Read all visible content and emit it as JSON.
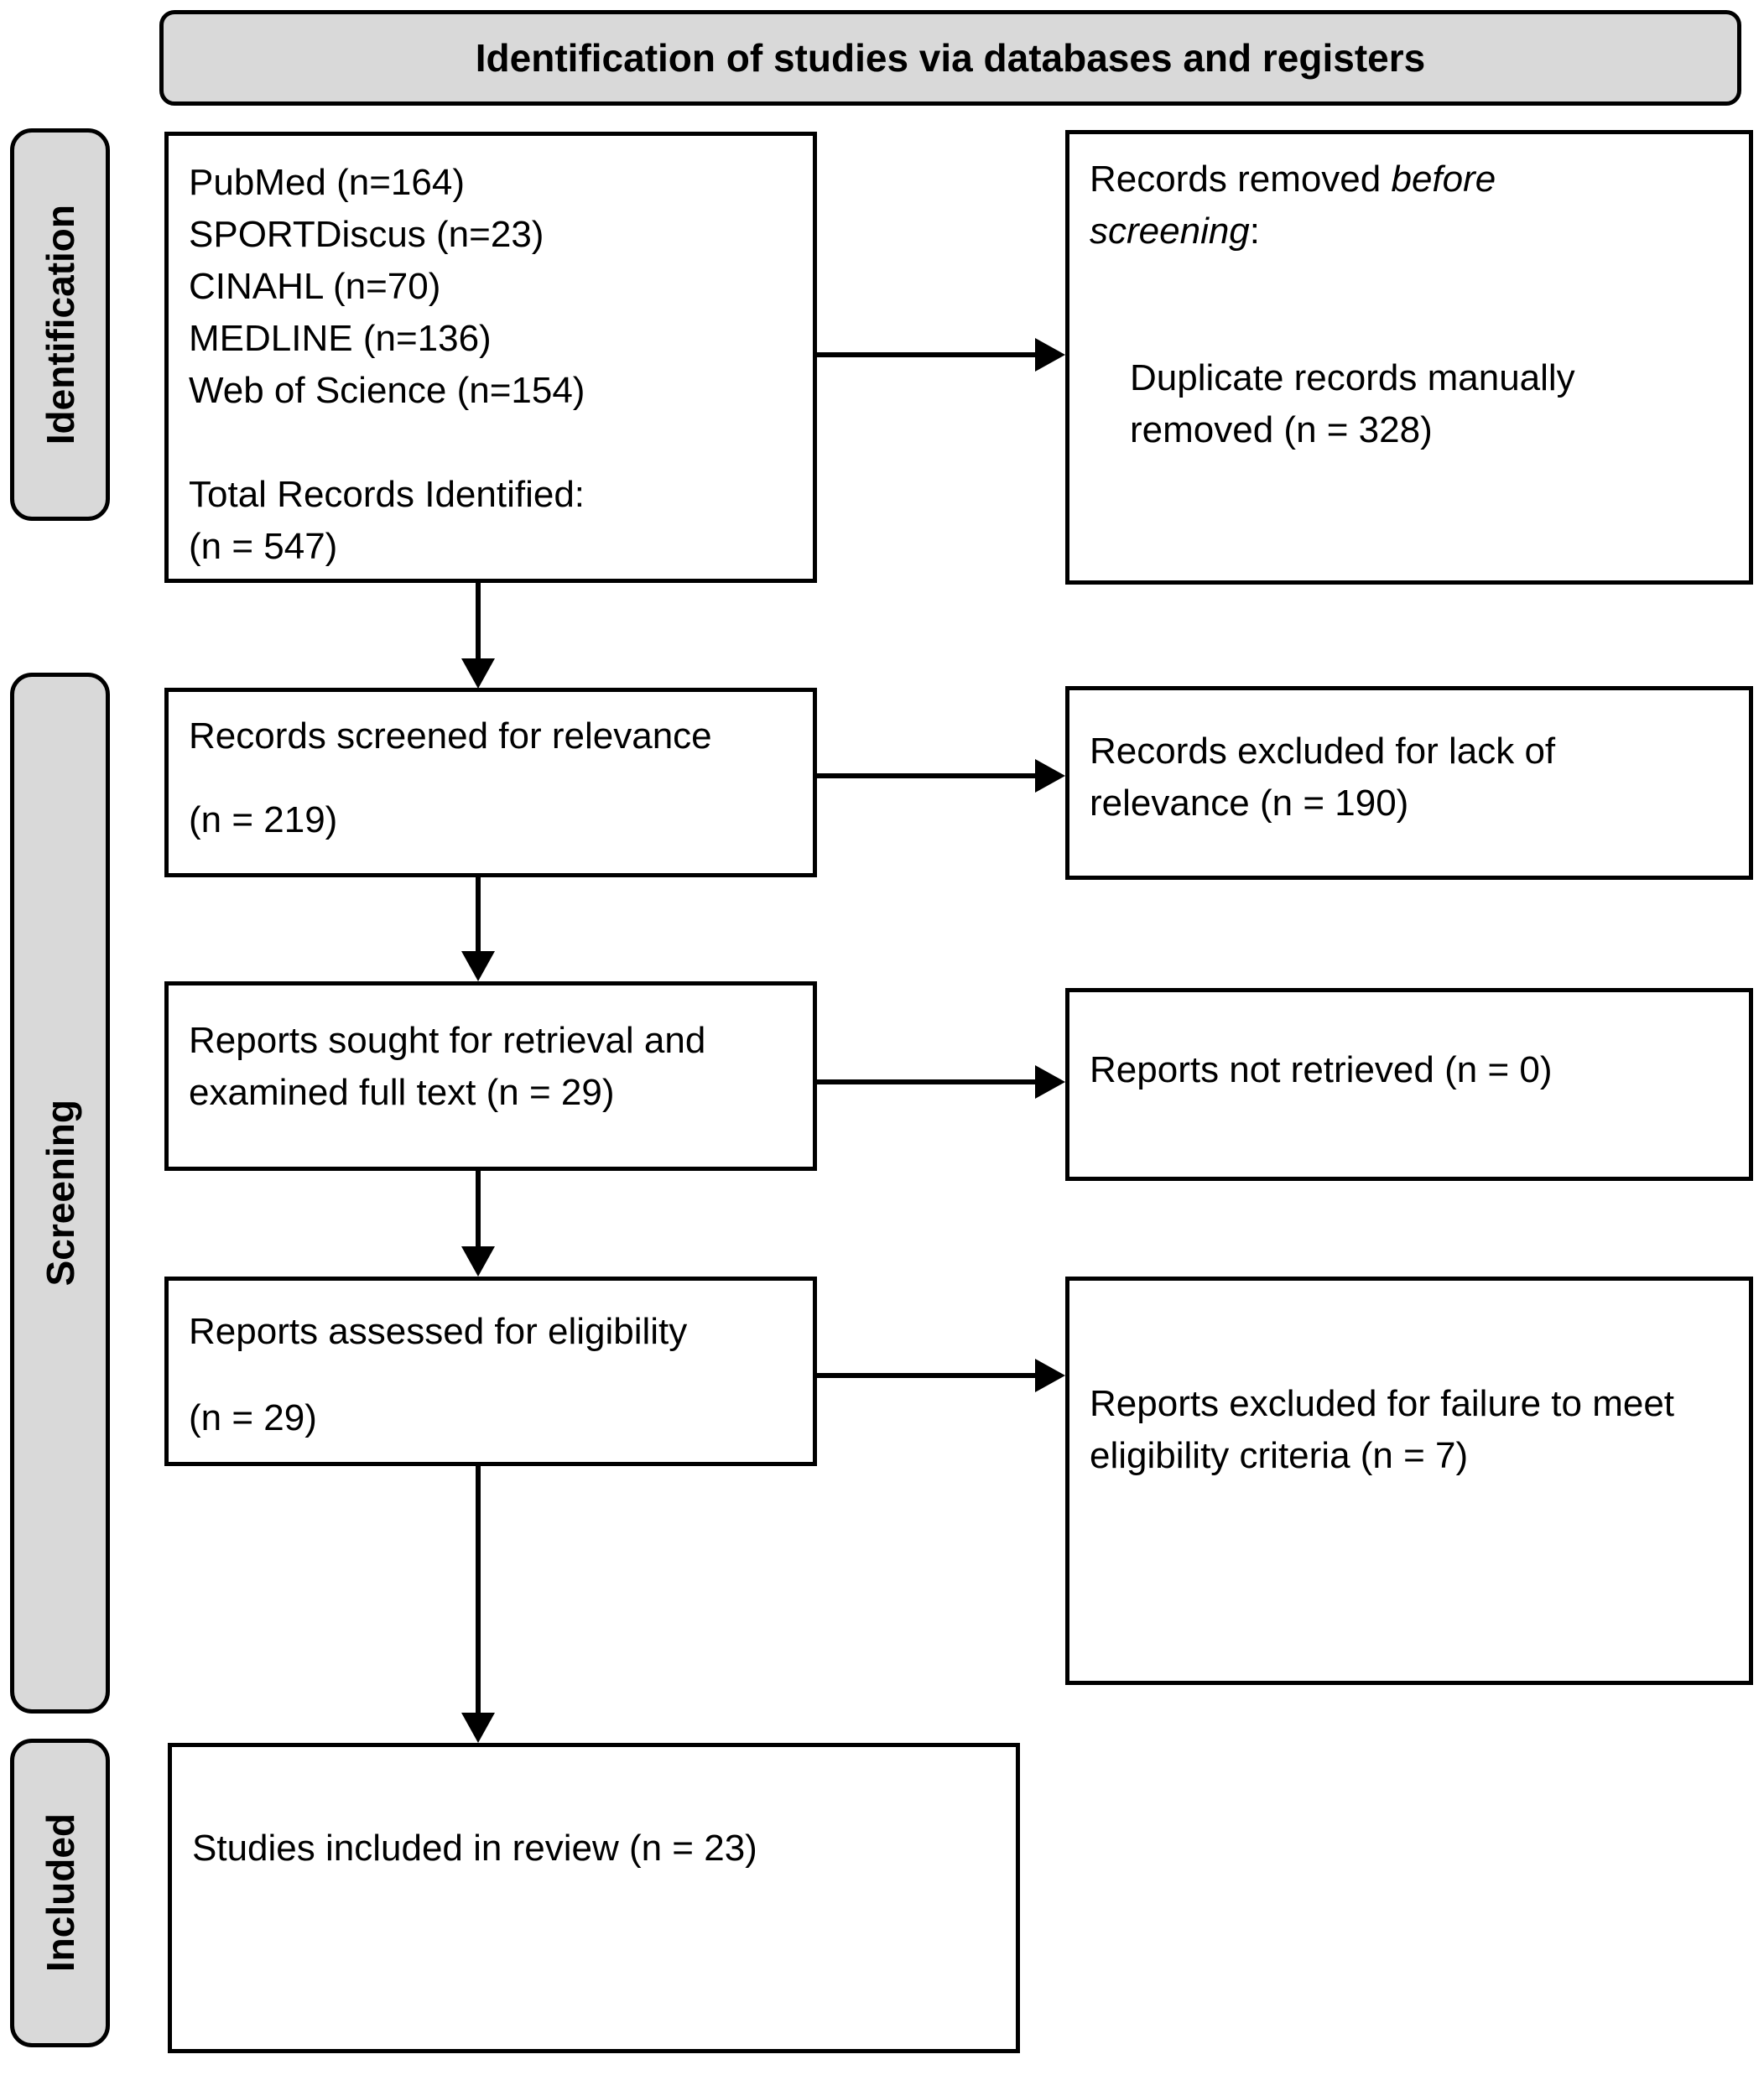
{
  "header": {
    "title": "Identification of studies via databases and registers"
  },
  "stages": [
    {
      "id": "identification",
      "label": "Identification"
    },
    {
      "id": "screening",
      "label": "Screening"
    },
    {
      "id": "included",
      "label": "Included"
    }
  ],
  "boxes": {
    "sources": {
      "lines": [
        "PubMed (n=164)",
        "SPORTDiscus (n=23)",
        "CINAHL (n=70)",
        "MEDLINE (n=136)",
        "Web of Science (n=154)"
      ],
      "total_label": "Total Records Identified:",
      "total_count": "(n = 547)"
    },
    "removed_before_screening": {
      "lead": "Records removed ",
      "lead_italic": "before screening",
      "lead_suffix": ":",
      "detail": "Duplicate records manually removed (n = 328)"
    },
    "screened": {
      "title": "Records screened for relevance",
      "count": "(n = 219)"
    },
    "excluded_relevance": {
      "text": "Records excluded for lack of relevance (n = 190)"
    },
    "sought": {
      "text": "Reports sought for retrieval and examined full text (n = 29)"
    },
    "not_retrieved": {
      "text": "Reports not retrieved (n = 0)"
    },
    "assessed": {
      "title": "Reports assessed for eligibility",
      "count": "(n = 29)"
    },
    "excluded_eligibility": {
      "text": "Reports excluded for failure to meet eligibility criteria (n = 7)"
    },
    "included": {
      "text": "Studies included in review (n = 23)"
    }
  },
  "colors": {
    "stage_fill": "#d9d9d9",
    "box_fill": "#ffffff",
    "border": "#000000",
    "text": "#000000"
  }
}
